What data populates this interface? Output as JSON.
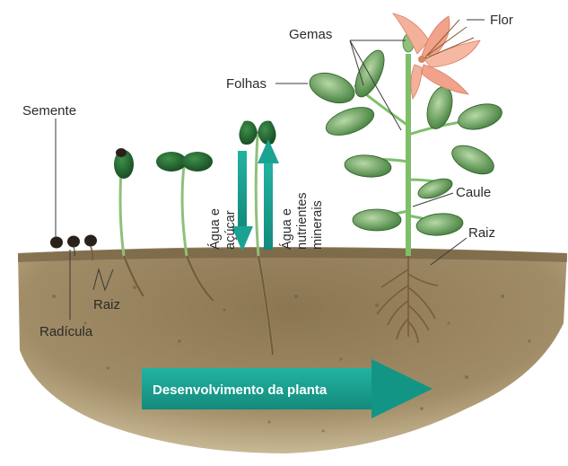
{
  "labels": {
    "semente": "Semente",
    "radicula": "Radícula",
    "raiz_young": "Raiz",
    "folhas": "Folhas",
    "gemas": "Gemas",
    "flor": "Flor",
    "caule": "Caule",
    "raiz_adult": "Raiz",
    "agua_acucar_1": "Água e",
    "agua_acucar_2": "açúcar",
    "agua_nutrientes_1": "Água e",
    "agua_nutrientes_2": "nutrientes",
    "agua_nutrientes_3": "minerais",
    "development_arrow": "Desenvolvimento da planta"
  },
  "colors": {
    "soil": "#9a8660",
    "soil_dark": "#6e5e40",
    "leaf": "#3f7d3a",
    "leaf_light": "#a9cf9a",
    "cotyledon": "#1f5c2a",
    "stem": "#7fbf6a",
    "root": "#7a5a3a",
    "arrow": "#1fa596",
    "flower": "#f0a48a"
  },
  "icons": {
    "seed": "seed-icon",
    "flower": "flower-icon"
  }
}
